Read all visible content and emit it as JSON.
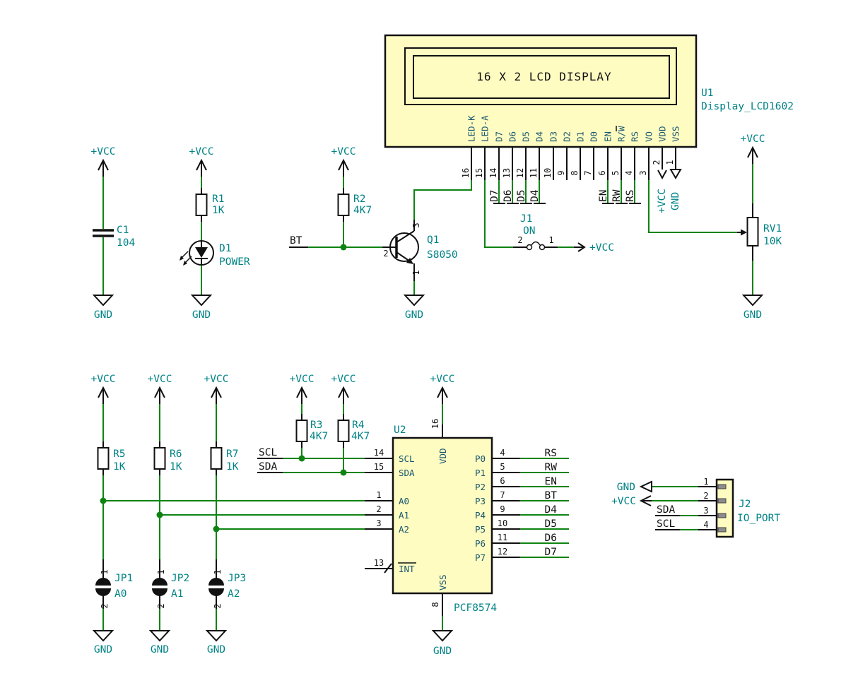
{
  "colors": {
    "bg": "#ffffff",
    "wire": "#0e8312",
    "teal": "#008386",
    "ink": "#111111",
    "pinname": "#16566e",
    "bodyfill": "#fffcc2",
    "pad": "#8c8c8c"
  },
  "power": {
    "vcc": "+VCC",
    "gnd": "GND"
  },
  "nets": {
    "bt": "BT",
    "scl": "SCL",
    "sda": "SDA",
    "d4": "D4",
    "d5": "D5",
    "d6": "D6",
    "d7": "D7",
    "en": "EN",
    "rw": "RW",
    "rs": "RS"
  },
  "components": {
    "c1": {
      "ref": "C1",
      "value": "104"
    },
    "r1": {
      "ref": "R1",
      "value": "1K"
    },
    "d1": {
      "ref": "D1",
      "value": "POWER"
    },
    "r2": {
      "ref": "R2",
      "value": "4K7"
    },
    "q1": {
      "ref": "Q1",
      "value": "S8050",
      "pin_base": "2",
      "pin_collector": "3",
      "pin_emitter": "1"
    },
    "u1": {
      "ref": "U1",
      "value": "Display_LCD1602",
      "title": "16 X 2 LCD DISPLAY",
      "pins": [
        {
          "num": "16",
          "name": "LED-K"
        },
        {
          "num": "15",
          "name": "LED-A"
        },
        {
          "num": "14",
          "name": "D7"
        },
        {
          "num": "13",
          "name": "D6"
        },
        {
          "num": "12",
          "name": "D5"
        },
        {
          "num": "11",
          "name": "D4"
        },
        {
          "num": "10",
          "name": "D3"
        },
        {
          "num": "9",
          "name": "D2"
        },
        {
          "num": "8",
          "name": "D1"
        },
        {
          "num": "7",
          "name": "D0"
        },
        {
          "num": "6",
          "name": "EN"
        },
        {
          "num": "5",
          "name": "R/W"
        },
        {
          "num": "4",
          "name": "RS"
        },
        {
          "num": "3",
          "name": "VO"
        },
        {
          "num": "2",
          "name": "VDD"
        },
        {
          "num": "1",
          "name": "VSS"
        }
      ]
    },
    "j1": {
      "ref": "J1",
      "value": "ON",
      "pin_left": "2",
      "pin_right": "1"
    },
    "rv1": {
      "ref": "RV1",
      "value": "10K"
    },
    "r3": {
      "ref": "R3",
      "value": "4K7"
    },
    "r4": {
      "ref": "R4",
      "value": "4K7"
    },
    "r5": {
      "ref": "R5",
      "value": "1K"
    },
    "r6": {
      "ref": "R6",
      "value": "1K"
    },
    "r7": {
      "ref": "R7",
      "value": "1K"
    },
    "jp1": {
      "ref": "JP1",
      "value": "A0",
      "pin_top": "1",
      "pin_bottom": "2"
    },
    "jp2": {
      "ref": "JP2",
      "value": "A1",
      "pin_top": "1",
      "pin_bottom": "2"
    },
    "jp3": {
      "ref": "JP3",
      "value": "A2",
      "pin_top": "1",
      "pin_bottom": "2"
    },
    "u2": {
      "ref": "U2",
      "value": "PCF8574",
      "pin_vdd": {
        "num": "16",
        "name": "VDD"
      },
      "pin_vss": {
        "num": "8",
        "name": "VSS"
      },
      "left_pins": [
        {
          "num": "14",
          "name": "SCL"
        },
        {
          "num": "15",
          "name": "SDA"
        },
        {
          "num": "1",
          "name": "A0"
        },
        {
          "num": "2",
          "name": "A1"
        },
        {
          "num": "3",
          "name": "A2"
        },
        {
          "num": "13",
          "name": "INT"
        }
      ],
      "right_pins": [
        {
          "num": "4",
          "name": "P0",
          "net": "RS"
        },
        {
          "num": "5",
          "name": "P1",
          "net": "RW"
        },
        {
          "num": "6",
          "name": "P2",
          "net": "EN"
        },
        {
          "num": "7",
          "name": "P3",
          "net": "BT"
        },
        {
          "num": "9",
          "name": "P4",
          "net": "D4"
        },
        {
          "num": "10",
          "name": "P5",
          "net": "D5"
        },
        {
          "num": "11",
          "name": "P6",
          "net": "D6"
        },
        {
          "num": "12",
          "name": "P7",
          "net": "D7"
        }
      ]
    },
    "j2": {
      "ref": "J2",
      "value": "IO_PORT",
      "pin_nums": [
        "1",
        "2",
        "3",
        "4"
      ]
    }
  }
}
